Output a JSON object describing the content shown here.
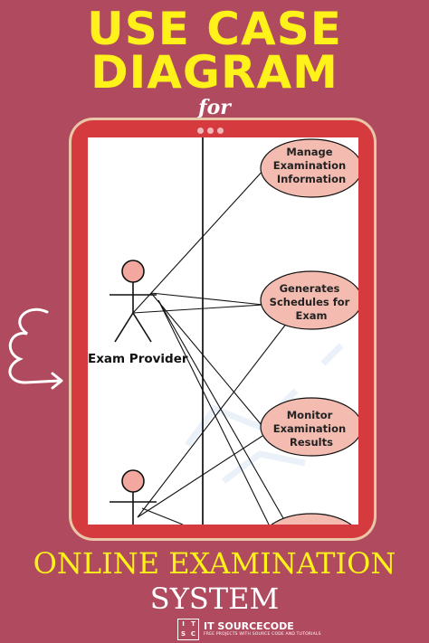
{
  "poster": {
    "title_line1": "USE CASE",
    "title_line2": "DIAGRAM",
    "for_word": "for",
    "subtitle_line1": "ONLINE EXAMINATION",
    "subtitle_line2": "SYSTEM",
    "colors": {
      "background": "#b04a5e",
      "title": "#fff21a",
      "tablet_frame": "#d43a3e",
      "usecase_fill": "#f4bcb0",
      "actor_head": "#f2a79f"
    }
  },
  "diagram": {
    "actors": [
      {
        "label": "Exam Provider"
      }
    ],
    "use_cases": [
      {
        "label_lines": [
          "Manage",
          "Examination",
          "Information"
        ]
      },
      {
        "label_lines": [
          "Generates",
          "Schedules for",
          "Exam"
        ]
      },
      {
        "label_lines": [
          "Monitor",
          "Examination",
          "Results"
        ]
      }
    ]
  },
  "brand": {
    "logo_letters": [
      "I",
      "T",
      "S",
      "C"
    ],
    "name": "IT SOURCECODE",
    "tagline": "FREE PROJECTS WITH SOURCE CODE AND TUTORIALS"
  }
}
